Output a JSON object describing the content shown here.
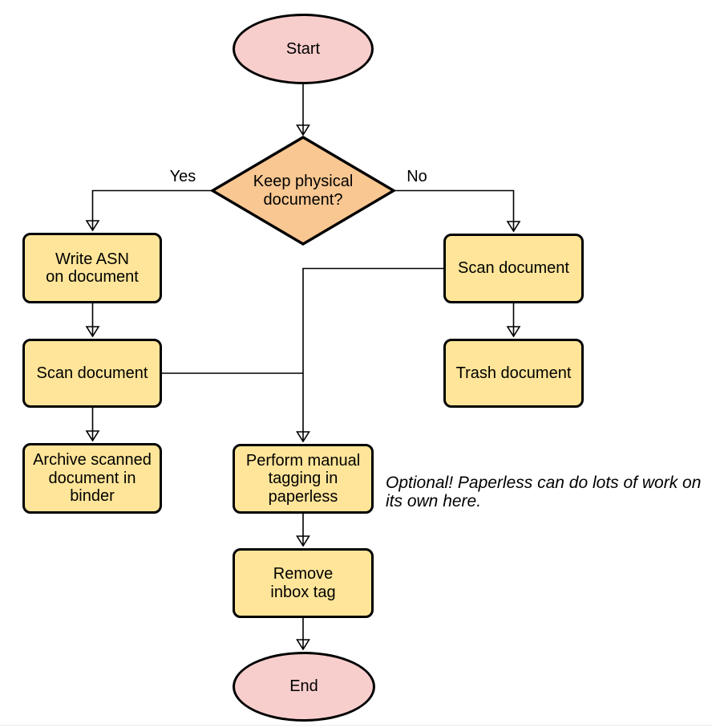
{
  "nodes": {
    "start": {
      "type": "terminal",
      "lines": [
        "Start"
      ]
    },
    "decision": {
      "type": "decision",
      "lines": [
        "Keep physical",
        "document?"
      ]
    },
    "write_asn": {
      "type": "process",
      "lines": [
        "Write ASN",
        "on document"
      ]
    },
    "scan_left": {
      "type": "process",
      "lines": [
        "Scan document"
      ]
    },
    "archive": {
      "type": "process",
      "lines": [
        "Archive scanned",
        "document in",
        "binder"
      ]
    },
    "scan_right": {
      "type": "process",
      "lines": [
        "Scan document"
      ]
    },
    "trash": {
      "type": "process",
      "lines": [
        "Trash document"
      ]
    },
    "perform_tagging": {
      "type": "process",
      "lines": [
        "Perform manual",
        "tagging in",
        "paperless"
      ]
    },
    "remove_inbox_tag": {
      "type": "process",
      "lines": [
        "Remove",
        "inbox tag"
      ]
    },
    "end": {
      "type": "terminal",
      "lines": [
        "End"
      ]
    }
  },
  "edge_labels": {
    "yes": "Yes",
    "no": "No"
  },
  "annotation": {
    "lines": [
      "Optional! Paperless can do lots of work on",
      "its own here."
    ]
  },
  "colors": {
    "terminal_fill": "#f8cecc",
    "decision_fill": "#f9c792",
    "process_fill": "#ffe599",
    "outline": "#000000",
    "background": "#ffffff"
  }
}
